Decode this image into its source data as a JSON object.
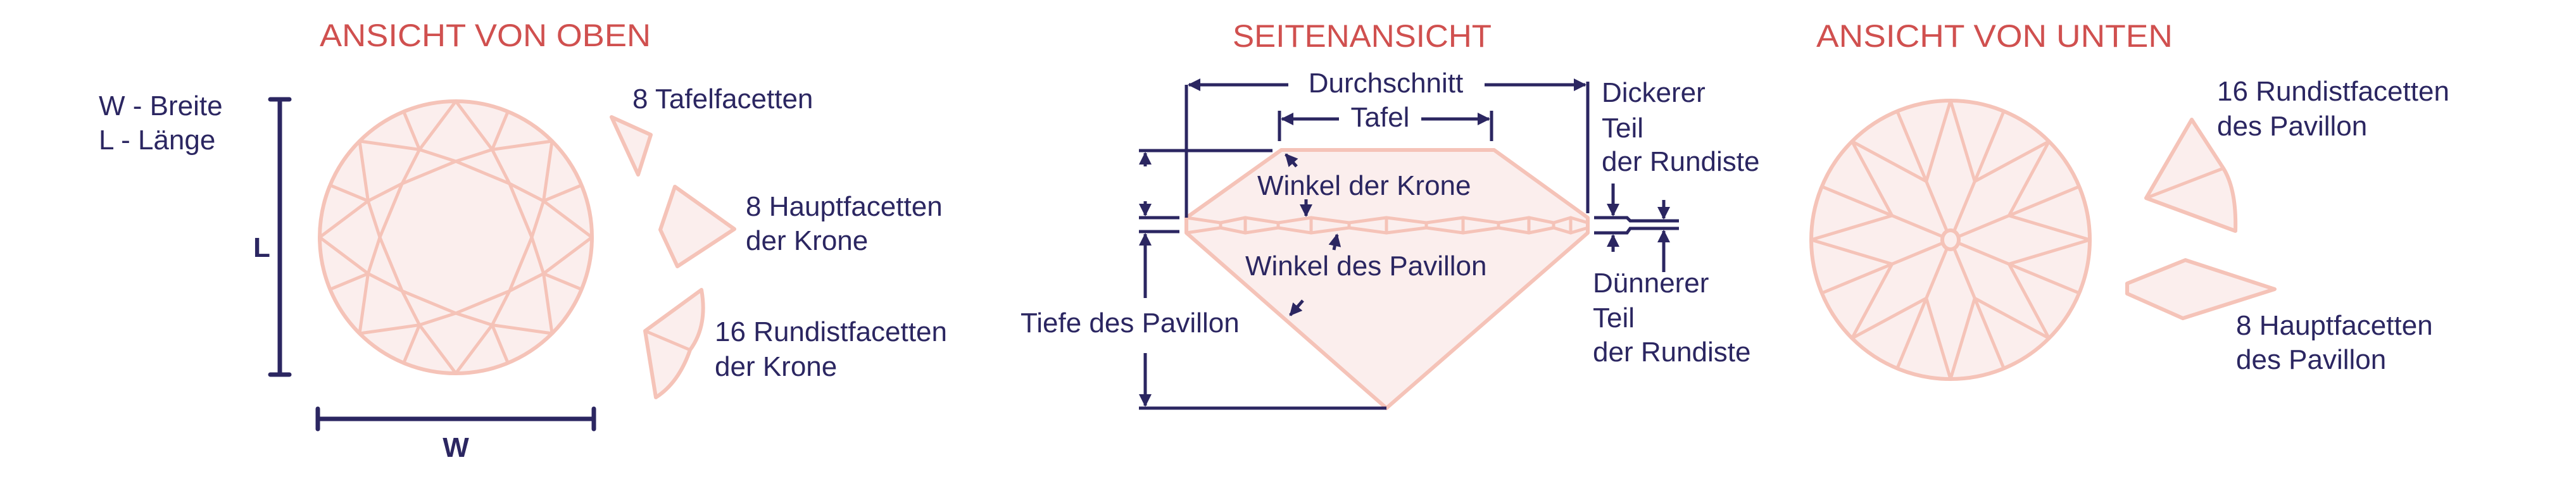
{
  "top_view": {
    "title": "ANSICHT VON OBEN",
    "legend_w": "W - Breite",
    "legend_l": "L - Länge",
    "dim_l": "L",
    "dim_w": "W",
    "table_facets": "8 Tafelfacetten",
    "crown_main": [
      "8 Hauptfacetten",
      "der Krone"
    ],
    "crown_girdle": [
      "16 Rundistfacetten",
      "der Krone"
    ]
  },
  "side_view": {
    "title": "SEITENANSICHT",
    "diameter": "Durchschnitt",
    "table": "Tafel",
    "crown_angle": "Winkel der Krone",
    "pavilion_angle": "Winkel des Pavillon",
    "pavilion_depth": "Tiefe des Pavillon",
    "thick_girdle": [
      "Dickerer",
      "Teil",
      "der Rundiste"
    ],
    "thin_girdle": [
      "Dünnerer",
      "Teil",
      "der Rundiste"
    ]
  },
  "bottom_view": {
    "title": "ANSICHT VON UNTEN",
    "pavilion_girdle": [
      "16 Rundistfacetten",
      "des Pavillon"
    ],
    "pavilion_main": [
      "8 Hauptfacetten",
      "des Pavillon"
    ]
  },
  "colors": {
    "title": "#d0504f",
    "text": "#2b2661",
    "facet_stroke": "#f5c3b8",
    "facet_fill": "#fbeeed"
  }
}
